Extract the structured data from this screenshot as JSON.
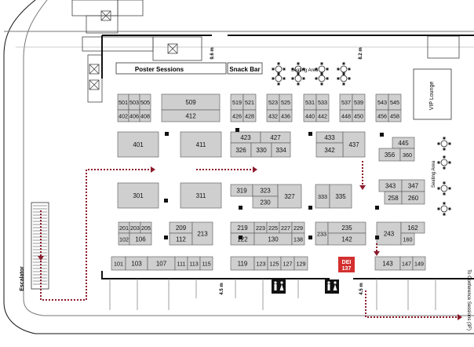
{
  "map": {
    "colors": {
      "booth_fill": "#cfcfcf",
      "booth_stroke": "#555555",
      "wall": "#111111",
      "route": "#8b1a2b",
      "dei_badge": "#d32f2f",
      "restroom_bg": "#111111"
    },
    "booths": [
      {
        "label": "501",
        "row": "top"
      },
      {
        "label": "503",
        "row": "top"
      },
      {
        "label": "505",
        "row": "top"
      },
      {
        "label": "402",
        "row": "top"
      },
      {
        "label": "406",
        "row": "top"
      },
      {
        "label": "408",
        "row": "top"
      },
      {
        "label": "509",
        "row": "top"
      },
      {
        "label": "412",
        "row": "top"
      },
      {
        "label": "519",
        "row": "top"
      },
      {
        "label": "521",
        "row": "top"
      },
      {
        "label": "426",
        "row": "top"
      },
      {
        "label": "428",
        "row": "top"
      },
      {
        "label": "523",
        "row": "top"
      },
      {
        "label": "525",
        "row": "top"
      },
      {
        "label": "432",
        "row": "top"
      },
      {
        "label": "436",
        "row": "top"
      },
      {
        "label": "531",
        "row": "top"
      },
      {
        "label": "533",
        "row": "top"
      },
      {
        "label": "440",
        "row": "top"
      },
      {
        "label": "442",
        "row": "top"
      },
      {
        "label": "537",
        "row": "top"
      },
      {
        "label": "539",
        "row": "top"
      },
      {
        "label": "448",
        "row": "top"
      },
      {
        "label": "450",
        "row": "top"
      },
      {
        "label": "543",
        "row": "top"
      },
      {
        "label": "545",
        "row": "top"
      },
      {
        "label": "456",
        "row": "top"
      },
      {
        "label": "458",
        "row": "top"
      },
      {
        "label": "401"
      },
      {
        "label": "411"
      },
      {
        "label": "423"
      },
      {
        "label": "427"
      },
      {
        "label": "326"
      },
      {
        "label": "330"
      },
      {
        "label": "334"
      },
      {
        "label": "433"
      },
      {
        "label": "437"
      },
      {
        "label": "342"
      },
      {
        "label": "445"
      },
      {
        "label": "356"
      },
      {
        "label": "360"
      },
      {
        "label": "301"
      },
      {
        "label": "311"
      },
      {
        "label": "319"
      },
      {
        "label": "323"
      },
      {
        "label": "327"
      },
      {
        "label": "230"
      },
      {
        "label": "333"
      },
      {
        "label": "335"
      },
      {
        "label": "343"
      },
      {
        "label": "347"
      },
      {
        "label": "258"
      },
      {
        "label": "260"
      },
      {
        "label": "201"
      },
      {
        "label": "203"
      },
      {
        "label": "205"
      },
      {
        "label": "102"
      },
      {
        "label": "106"
      },
      {
        "label": "209"
      },
      {
        "label": "112"
      },
      {
        "label": "213"
      },
      {
        "label": "219"
      },
      {
        "label": "223"
      },
      {
        "label": "225"
      },
      {
        "label": "227"
      },
      {
        "label": "229"
      },
      {
        "label": "122"
      },
      {
        "label": "130"
      },
      {
        "label": "138"
      },
      {
        "label": "233"
      },
      {
        "label": "235"
      },
      {
        "label": "142"
      },
      {
        "label": "243"
      },
      {
        "label": "162"
      },
      {
        "label": "160"
      },
      {
        "label": "101"
      },
      {
        "label": "103"
      },
      {
        "label": "107"
      },
      {
        "label": "111"
      },
      {
        "label": "113"
      },
      {
        "label": "115"
      },
      {
        "label": "119"
      },
      {
        "label": "123"
      },
      {
        "label": "125"
      },
      {
        "label": "127"
      },
      {
        "label": "129"
      },
      {
        "label": "143"
      },
      {
        "label": "147"
      },
      {
        "label": "149"
      }
    ],
    "labels": {
      "poster_sessions": "Poster Sessions",
      "snack_bar": "Snack Bar",
      "seating_area_top": "Seating Area",
      "seating_area_right": "Seating Area",
      "vip_lounge": "VIP Lounge",
      "escalator": "Escalator",
      "dei_line1": "DEI",
      "dei_line2": "137",
      "dim_top_left": "9.6 m",
      "dim_top_right": "8.2 m",
      "dim_bottom_left": "4.5 m",
      "dim_bottom_right": "4.5 m",
      "to_conference": "To Conference Sessions (3F)"
    },
    "icons": [
      "elevator-icon",
      "restroom-icon",
      "table-icon",
      "route-arrow-icon"
    ]
  }
}
